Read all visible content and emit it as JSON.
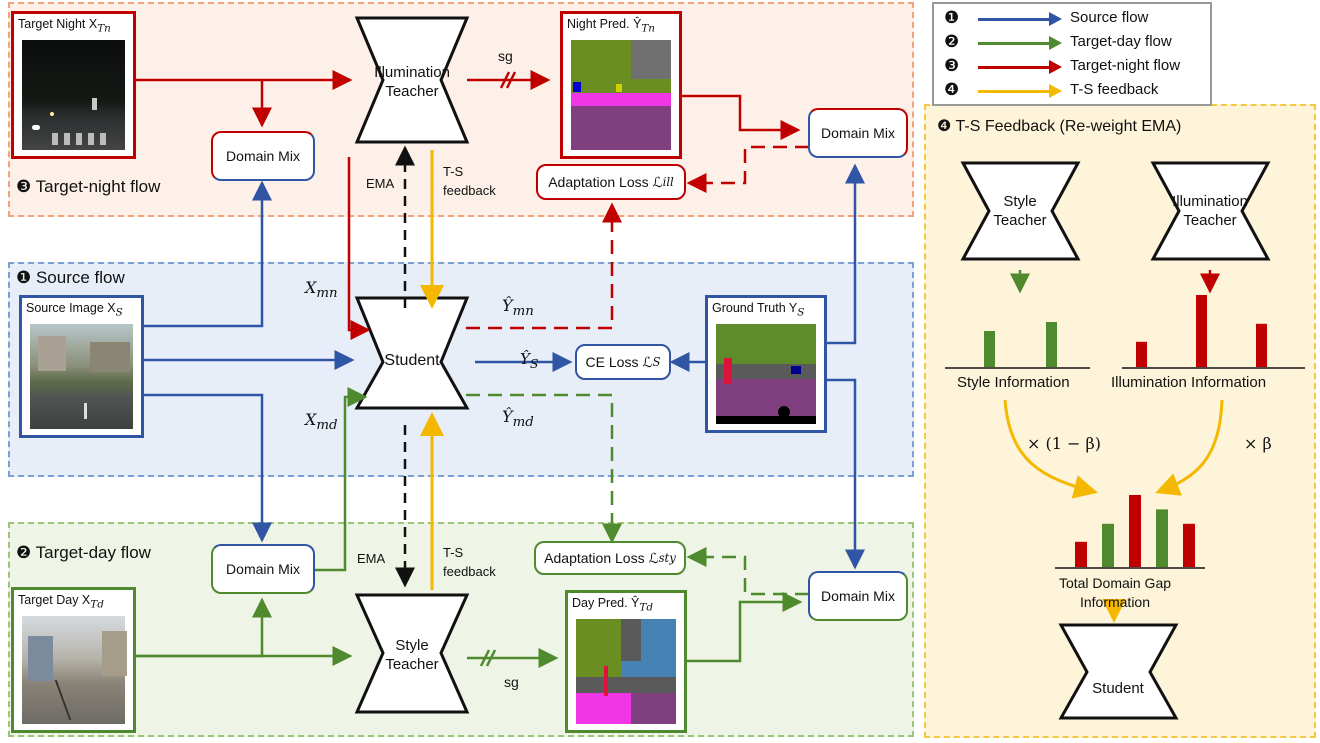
{
  "legend": {
    "items": [
      {
        "marker": "❶",
        "label": "Source flow",
        "color": "#2f55a4"
      },
      {
        "marker": "❷",
        "label": "Target-day flow",
        "color": "#4f8a2e"
      },
      {
        "marker": "❸",
        "label": "Target-night flow",
        "color": "#c00000"
      },
      {
        "marker": "❹",
        "label": "T-S feedback",
        "color": "#f5b800"
      }
    ]
  },
  "regions": {
    "night": {
      "title": "❸ Target-night  flow"
    },
    "source": {
      "title": "❶ Source  flow"
    },
    "day": {
      "title": "❷ Target-day  flow"
    },
    "feedback": {
      "title": "❹ T-S Feedback (Re-weight EMA)"
    }
  },
  "night": {
    "target_image": "Target Night X",
    "target_image_sub": "Tn",
    "domain_mix": "Domain Mix",
    "teacher": [
      "Illumination",
      "Teacher"
    ],
    "prediction": "Night Pred. Ŷ",
    "prediction_sub": "Tn",
    "sg": "sg",
    "right_domain_mix": "Domain Mix",
    "adaptation_loss": "Adaptation Loss ℒ",
    "adaptation_loss_sub": "ill",
    "ema": "EMA",
    "ts_feedback": [
      "T-S",
      "feedback"
    ]
  },
  "source": {
    "source_image": "Source Image X",
    "source_image_sub": "S",
    "student": "Student",
    "y_s": "Ŷ",
    "y_s_sub": "S",
    "ce_loss": "CE Loss ℒ",
    "ce_loss_sub": "S",
    "ground_truth": "Ground Truth Y",
    "ground_truth_sub": "S",
    "x_mn": "X",
    "x_mn_sub": "mn",
    "x_md": "X",
    "x_md_sub": "md",
    "y_mn": "Ŷ",
    "y_mn_sub": "mn",
    "y_md": "Ŷ",
    "y_md_sub": "md"
  },
  "day": {
    "target_image": "Target Day X",
    "target_image_sub": "Td",
    "domain_mix": "Domain Mix",
    "teacher": [
      "Style",
      "Teacher"
    ],
    "prediction": "Day Pred. Ŷ",
    "prediction_sub": "Td",
    "sg": "sg",
    "right_domain_mix": "Domain Mix",
    "adaptation_loss": "Adaptation Loss ℒ",
    "adaptation_loss_sub": "sty",
    "ema": "EMA",
    "ts_feedback": [
      "T-S",
      "feedback"
    ]
  },
  "feedback": {
    "style_teacher": [
      "Style",
      "Teacher"
    ],
    "illum_teacher": [
      "Illumination",
      "Teacher"
    ],
    "style_info": "Style Information",
    "illum_info": "Illumination Information",
    "style_weight": "× (1 − β)",
    "illum_weight": "× β",
    "total": [
      "Total Domain Gap",
      "Information"
    ],
    "student": "Student",
    "style_bars": [
      0.6,
      0.75
    ],
    "illum_bars": [
      0.35,
      1.0,
      0.6
    ],
    "total_bars": [
      0.35,
      0.6,
      1.0,
      0.8,
      0.6
    ]
  }
}
